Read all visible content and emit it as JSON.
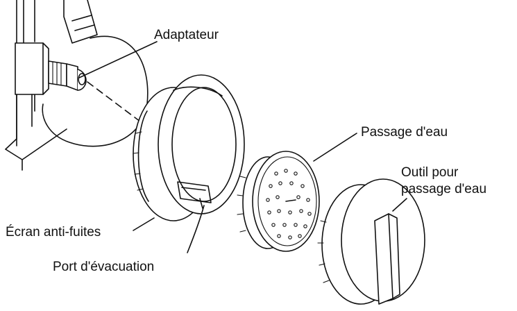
{
  "labels": {
    "adapter": "Adaptateur",
    "water_passage": "Passage d'eau",
    "tool_line1": "Outil pour",
    "tool_line2": "passage d'eau",
    "leak_screen": "Écran anti-fuites",
    "drain_port": "Port d'évacuation"
  },
  "colors": {
    "ink": "#111111",
    "background": "#ffffff"
  }
}
